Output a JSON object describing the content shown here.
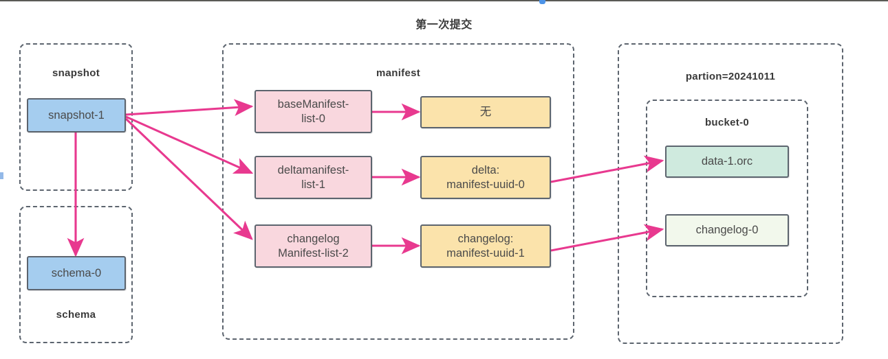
{
  "title": "第一次提交",
  "colors": {
    "arrow": "#e8398f",
    "dashed_border": "#5c646e",
    "node_border": "#5c646e",
    "blue": "#a5cdef",
    "pink": "#f9d7de",
    "yellow": "#fbe3ab",
    "mint": "#cfeade",
    "light_green": "#f2f8ec",
    "text": "#4a4a4a",
    "title_text": "#3c3c3c",
    "top_mark": "#4d94e8"
  },
  "groups": [
    {
      "id": "snapshot",
      "label": "snapshot",
      "label_pos": "top"
    },
    {
      "id": "schema",
      "label": "schema",
      "label_pos": "bottom"
    },
    {
      "id": "manifest",
      "label": "manifest",
      "label_pos": "top"
    },
    {
      "id": "partition",
      "label": "partion=20241011",
      "label_pos": "top"
    },
    {
      "id": "bucket",
      "label": "bucket-0",
      "label_pos": "top"
    }
  ],
  "nodes": [
    {
      "id": "snapshot-1",
      "label": "snapshot-1",
      "color": "blue"
    },
    {
      "id": "schema-0",
      "label": "schema-0",
      "color": "blue"
    },
    {
      "id": "base-list",
      "label": "baseManifest-\nlist-0",
      "color": "pink"
    },
    {
      "id": "delta-list",
      "label": "deltamanifest-\nlist-1",
      "color": "pink"
    },
    {
      "id": "chg-list",
      "label": "changelog\nManifest-list-2",
      "color": "pink"
    },
    {
      "id": "none",
      "label": "无",
      "color": "yellow"
    },
    {
      "id": "delta-uuid",
      "label": "delta:\nmanifest-uuid-0",
      "color": "yellow"
    },
    {
      "id": "chg-uuid",
      "label": "changelog:\nmanifest-uuid-1",
      "color": "yellow"
    },
    {
      "id": "data-1",
      "label": "data-1.orc",
      "color": "mint"
    },
    {
      "id": "changelog-0",
      "label": "changelog-0",
      "color": "light_green"
    }
  ],
  "edges": [
    {
      "from": "snapshot-1",
      "to": "base-list"
    },
    {
      "from": "snapshot-1",
      "to": "delta-list"
    },
    {
      "from": "snapshot-1",
      "to": "chg-list"
    },
    {
      "from": "snapshot-1",
      "to": "schema-0"
    },
    {
      "from": "base-list",
      "to": "none"
    },
    {
      "from": "delta-list",
      "to": "delta-uuid"
    },
    {
      "from": "chg-list",
      "to": "chg-uuid"
    },
    {
      "from": "delta-uuid",
      "to": "data-1"
    },
    {
      "from": "chg-uuid",
      "to": "changelog-0"
    }
  ]
}
